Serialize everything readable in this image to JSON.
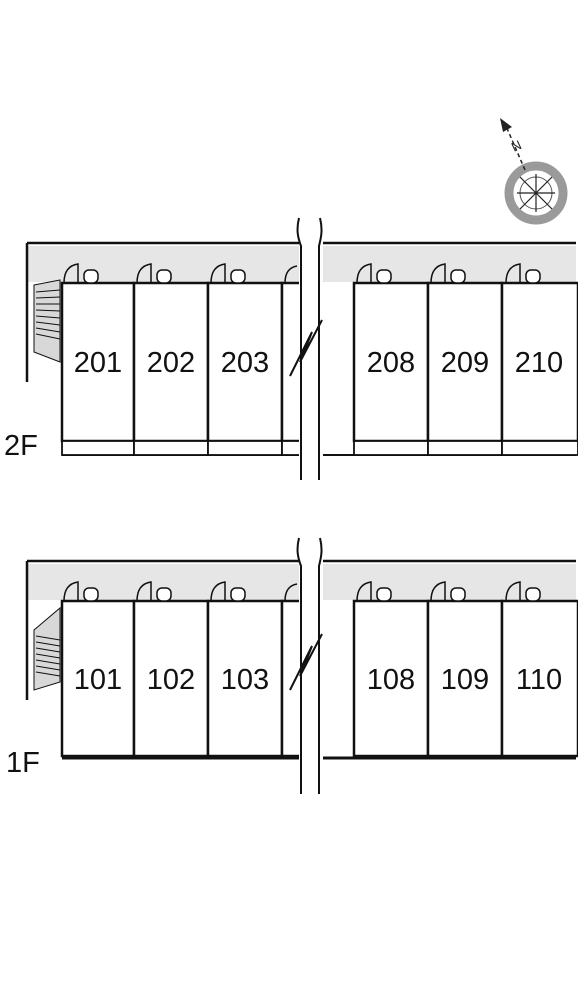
{
  "compass": {
    "north_label": "N",
    "icon": "compass-icon"
  },
  "floors": [
    {
      "label": "2F",
      "rooms": [
        "201",
        "202",
        "203",
        "208",
        "209",
        "210"
      ]
    },
    {
      "label": "1F",
      "rooms": [
        "101",
        "102",
        "103",
        "108",
        "109",
        "110"
      ]
    }
  ],
  "colors": {
    "line": "#111111",
    "corridor": "#e6e6e6",
    "compass_ring": "#9a9a9a"
  }
}
